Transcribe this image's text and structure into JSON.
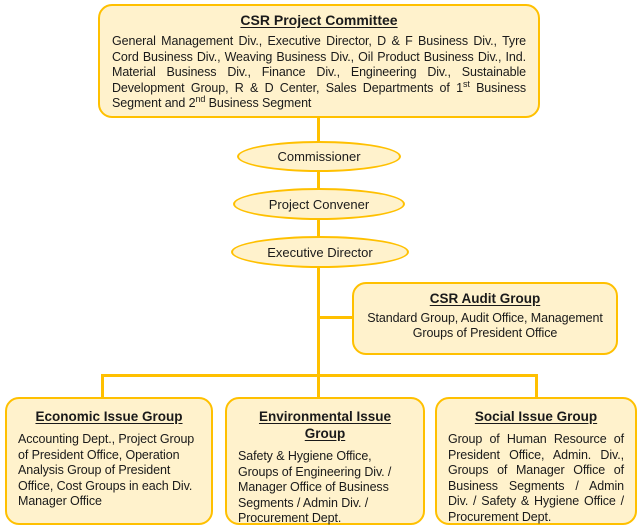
{
  "colors": {
    "accent_border": "#FFC000",
    "node_fill": "#FFF2CC",
    "text": "#1A1A1A",
    "background": "#FFFFFF"
  },
  "committee": {
    "title": "CSR Project Committee",
    "body_part1": "General Management Div., Executive Director, D & F Business Div., Tyre Cord Business Div., Weaving Business Div., Oil Product Business Div., Ind. Material Business Div., Finance Div., Engineering Div., Sustainable Development Group, R & D Center, Sales Departments of 1",
    "sup1": "st",
    "body_part2": " Business Segment and 2",
    "sup2": "nd",
    "body_part3": " Business Segment"
  },
  "chain": [
    {
      "label": "Commissioner"
    },
    {
      "label": "Project Convener"
    },
    {
      "label": "Executive Director"
    }
  ],
  "audit": {
    "title": "CSR Audit Group",
    "body": "Standard Group, Audit Office, Management Groups of President Office"
  },
  "groups": [
    {
      "title": "Economic Issue Group",
      "body": "Accounting Dept., Project Group of President Office, Operation Analysis Group of President Office, Cost Groups in each Div. Manager Office"
    },
    {
      "title": "Environmental Issue Group",
      "body": "Safety & Hygiene Office, Groups of Engineering Div. / Manager Office of Business Segments / Admin Div. / Procurement Dept."
    },
    {
      "title": "Social Issue Group",
      "body": "Group of Human Resource of President Office, Admin. Div., Groups of Manager Office of Business Segments / Admin Div. / Safety & Hygiene Office / Procurement Dept."
    }
  ]
}
